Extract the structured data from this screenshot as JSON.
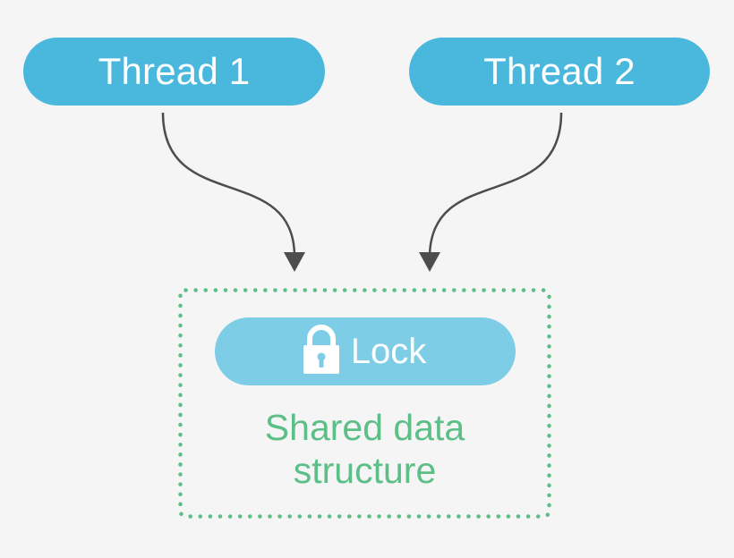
{
  "threads": [
    {
      "label": "Thread 1"
    },
    {
      "label": "Thread 2"
    }
  ],
  "lock": {
    "label": "Lock",
    "icon": "padlock-icon"
  },
  "shared": {
    "line1": "Shared data",
    "line2": "structure"
  },
  "colors": {
    "background": "#f5f5f5",
    "thread_pill": "#4ab8dd",
    "lock_pill": "#7ecde6",
    "shared_text": "#5cbf88",
    "shared_border": "#5cbf88",
    "arrow": "#4d4d4d"
  }
}
